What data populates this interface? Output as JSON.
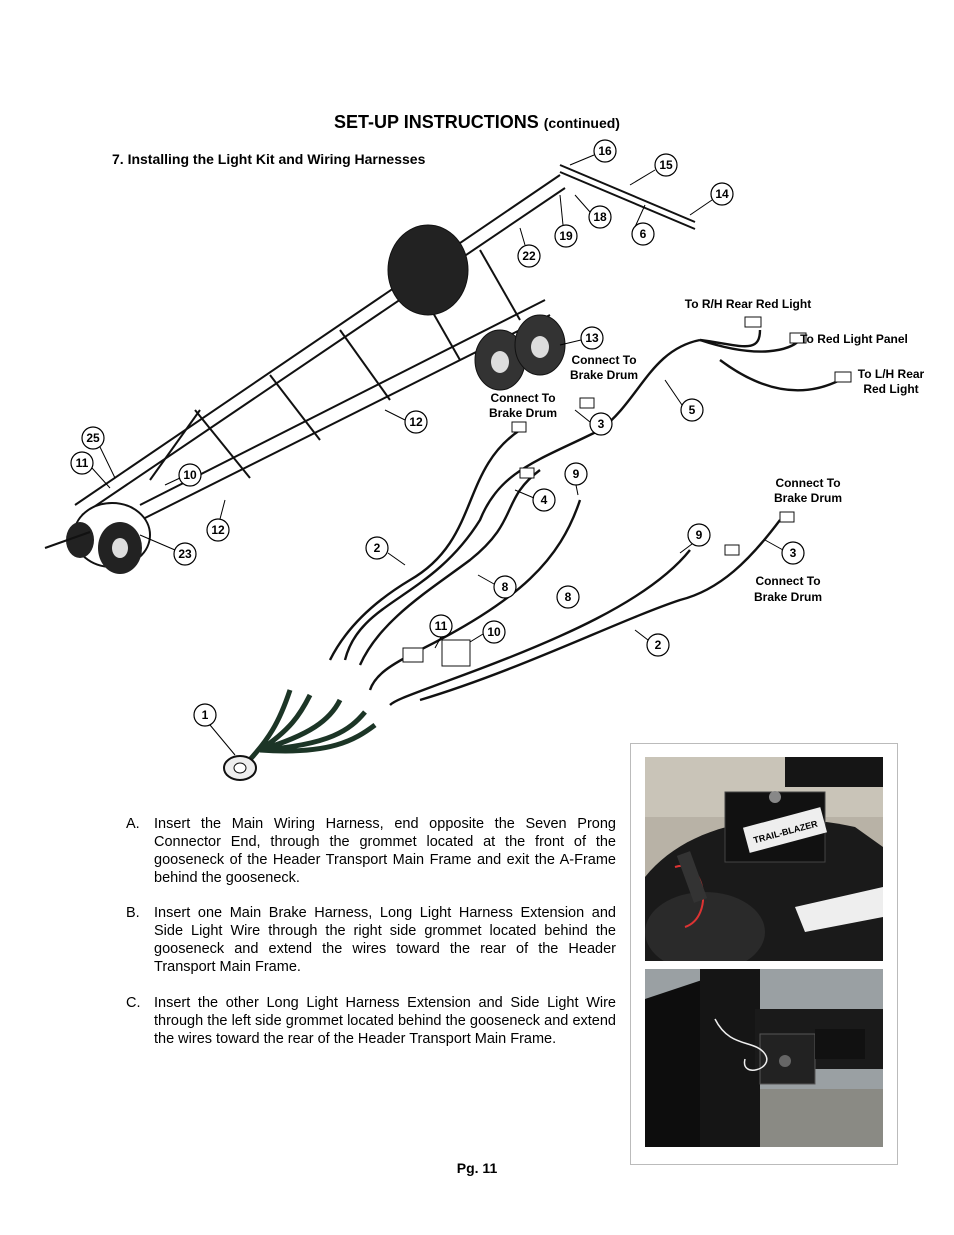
{
  "header": {
    "title": "SET-UP INSTRUCTIONS",
    "continued": "(continued)"
  },
  "section": {
    "heading": "7.  Installing the Light Kit and Wiring Harnesses"
  },
  "diagram": {
    "callouts": [
      "16",
      "15",
      "14",
      "18",
      "6",
      "19",
      "22",
      "13",
      "3",
      "5",
      "12",
      "25",
      "11",
      "10",
      "9",
      "4",
      "12",
      "23",
      "2",
      "3",
      "9",
      "8",
      "8",
      "11",
      "10",
      "2",
      "1"
    ],
    "labels": {
      "rh_rear": "To R/H Rear Red Light",
      "red_panel": "To Red Light Panel",
      "lh_rear_1": "To L/H Rear",
      "lh_rear_2": "Red Light",
      "brake_a_1": "Connect To",
      "brake_a_2": "Brake Drum",
      "brake_b_1": "Connect To",
      "brake_b_2": "Brake Drum",
      "brake_c_1": "Connect To",
      "brake_c_2": "Brake Drum",
      "brake_d_1": "Connect To",
      "brake_d_2": "Brake Drum"
    }
  },
  "instructions": [
    {
      "letter": "A.",
      "text": "Insert the Main Wiring Harness, end opposite the Seven Prong Connector End, through the grommet located at the front of the gooseneck of the Header Transport Main Frame and exit the A-Frame behind the gooseneck."
    },
    {
      "letter": "B.",
      "text": "Insert one Main Brake Harness, Long Light Harness Extension and Side Light Wire through the right side grommet located behind the gooseneck and extend the wires toward the rear of the Header Transport Main Frame."
    },
    {
      "letter": "C.",
      "text": "Insert the other Long Light Harness Extension and Side Light Wire through the left side grommet located behind the gooseneck and extend the wires toward the rear of the Header Transport Main Frame."
    }
  ],
  "photos": {
    "top_brand": "TRAIL-BLAZER"
  },
  "footer": {
    "page": "Pg. 11"
  },
  "colors": {
    "text": "#000000",
    "wire": "#111111",
    "photo_dark": "#1a1a1a",
    "ground": "#b8b2a6"
  }
}
